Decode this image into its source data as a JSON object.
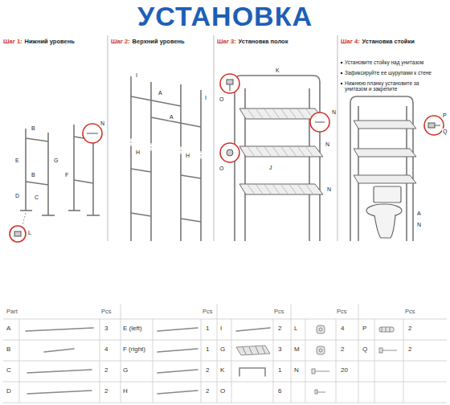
{
  "diagram": {
    "title": "УСТАНОВКА",
    "labels": [
      "Шаг 1:",
      "Нижний уровень",
      "Шаг 2:",
      "Верхний уровень",
      "Шаг 3:",
      "Установка полок",
      "Шаг 4:",
      "Установка стойки",
      "Установите стойку над унитазом",
      "Зафиксируйте ее шурупами к стене",
      "Нижнюю планку установите за унитазом и закрепите",
      "B",
      "E",
      "G",
      "B",
      "N",
      "F",
      "D",
      "C",
      "L",
      "I",
      "A",
      "A",
      "I",
      "H",
      "H",
      "K",
      "O",
      "N",
      "O",
      "N",
      "J",
      "N",
      "P",
      "Q",
      "A",
      "N",
      "Part",
      "Pcs",
      "Pcs",
      "Pcs",
      "Pcs",
      "Pcs",
      "A",
      "3",
      "E (left)",
      "1",
      "I",
      "2",
      "L",
      "4",
      "P",
      "2",
      "B",
      "4",
      "F (right)",
      "1",
      "G",
      "3",
      "M",
      "2",
      "Q",
      "2",
      "C",
      "2",
      "G",
      "2",
      "K",
      "1",
      "N",
      "20",
      "D",
      "2",
      "H",
      "2",
      "O",
      "6"
    ]
  }
}
